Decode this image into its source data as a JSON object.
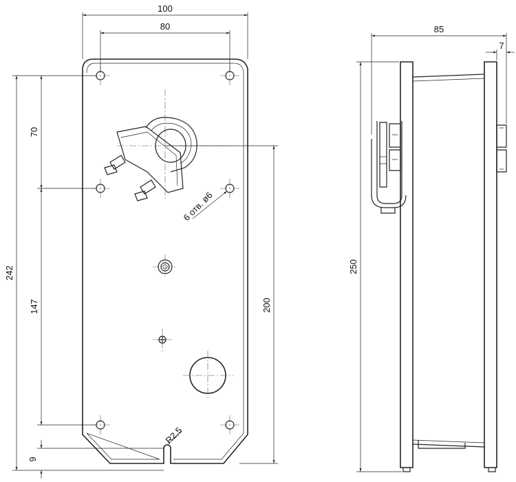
{
  "dimensions": {
    "top_width": "100",
    "top_holes": "80",
    "side_depth": "85",
    "side_plate": "7",
    "left_242": "242",
    "left_70": "70",
    "left_147": "147",
    "left_9": "9",
    "right_200": "200",
    "side_height": "250",
    "holes_note": "6 отв. ø6",
    "radius": "R2,5"
  }
}
